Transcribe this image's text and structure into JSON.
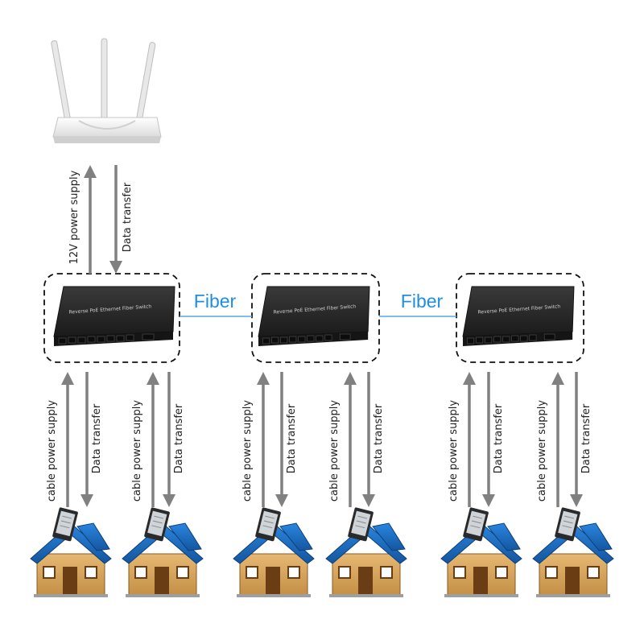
{
  "router": {
    "name": "router"
  },
  "router_link": {
    "power_label": "12V power supply",
    "data_label": "Data transfer"
  },
  "switch_label": "Reverse PoE Ethernet Fiber Switch",
  "fiber_labels": [
    "Fiber",
    "Fiber"
  ],
  "house_link": {
    "power_label": "cable power supply",
    "data_label": "Data transfer"
  },
  "switch_count": 3,
  "houses_per_switch": 2,
  "colors": {
    "fiber_text": "#1e8fe0",
    "fiber_line": "#5aa9e0",
    "arrow": "#808080",
    "switch_body": "#2b2b2b",
    "roof": "#1e6fc8",
    "wall": "#d8a65a"
  }
}
